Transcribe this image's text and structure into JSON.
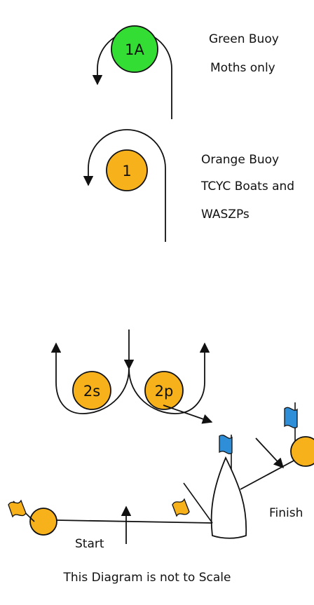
{
  "marks": {
    "mark_1a": {
      "label": "1A",
      "color": "#33dd33"
    },
    "mark_1": {
      "label": "1",
      "color": "#f7b21b"
    },
    "mark_2s": {
      "label": "2s",
      "color": "#f7b21b"
    },
    "mark_2p": {
      "label": "2p",
      "color": "#f7b21b"
    },
    "pin_end": {
      "color": "#f7b21b"
    },
    "finish_buoy": {
      "color": "#f7b21b"
    }
  },
  "labels": {
    "green_buoy": "Green Buoy",
    "moths_only": "Moths only",
    "orange_buoy": "Orange Buoy",
    "tcyc_boats": "TCYC Boats and",
    "waszps": "WASZPs",
    "start": "Start",
    "finish": "Finish",
    "footer": "This Diagram is not to Scale"
  },
  "colors": {
    "flag_blue": "#2e8fd8",
    "flag_yellow": "#f7b21b",
    "stroke": "#111111"
  },
  "icons": [
    "arrow-icon",
    "blue-flag-icon",
    "yellow-flag-icon",
    "committee-boat-icon"
  ]
}
